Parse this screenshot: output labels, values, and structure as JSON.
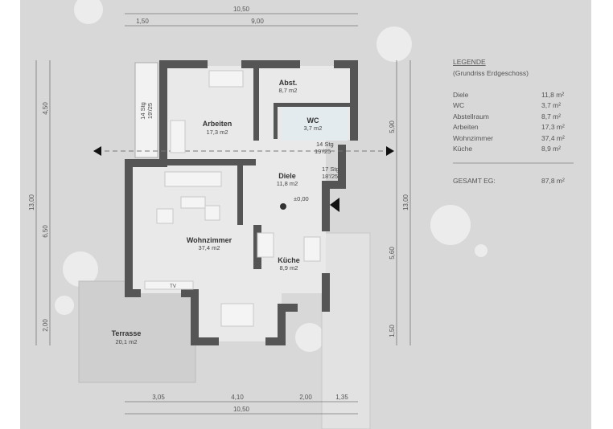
{
  "dimensions": {
    "top_total": "10,50",
    "top_left": "1,50",
    "top_right": "9,00",
    "bottom": [
      "3,05",
      "4,10",
      "2,00",
      "1,35"
    ],
    "bottom_total": "10,50",
    "left_total": "13,00",
    "left": [
      "4,50",
      "6,50",
      "2,00"
    ],
    "right_total": "13,00",
    "right": [
      "5,90",
      "5,60",
      "1,50"
    ]
  },
  "rooms": {
    "arbeiten": {
      "name": "Arbeiten",
      "area": "17,3 m2"
    },
    "abst": {
      "name": "Abst.",
      "area": "8,7 m2"
    },
    "wc": {
      "name": "WC",
      "area": "3,7 m2"
    },
    "diele": {
      "name": "Diele",
      "area": "11,8 m2"
    },
    "wohnzimmer": {
      "name": "Wohnzimmer",
      "area": "37,4 m2"
    },
    "kueche": {
      "name": "Küche",
      "area": "8,9 m2"
    },
    "terrasse": {
      "name": "Terrasse",
      "area": "20,1 m2"
    }
  },
  "stairs": {
    "outer": [
      "14 Stg",
      "19'/25"
    ],
    "inner_a": [
      "14 Stg",
      "19'/25"
    ],
    "inner_b": [
      "17 Stg",
      "18'/25"
    ]
  },
  "level": "±0,00",
  "tv": "TV",
  "legend": {
    "title": "LEGENDE",
    "subtitle": "(Grundriss Erdgeschoss)",
    "items": [
      {
        "label": "Diele",
        "value": "11,8 m²"
      },
      {
        "label": "WC",
        "value": "3,7 m²"
      },
      {
        "label": "Abstellraum",
        "value": "8,7 m²"
      },
      {
        "label": "Arbeiten",
        "value": "17,3 m²"
      },
      {
        "label": "Wohnzimmer",
        "value": "37,4 m²"
      },
      {
        "label": "Küche",
        "value": "8,9 m²"
      }
    ],
    "total_label": "GESAMT EG:",
    "total_value": "87,8 m²"
  }
}
